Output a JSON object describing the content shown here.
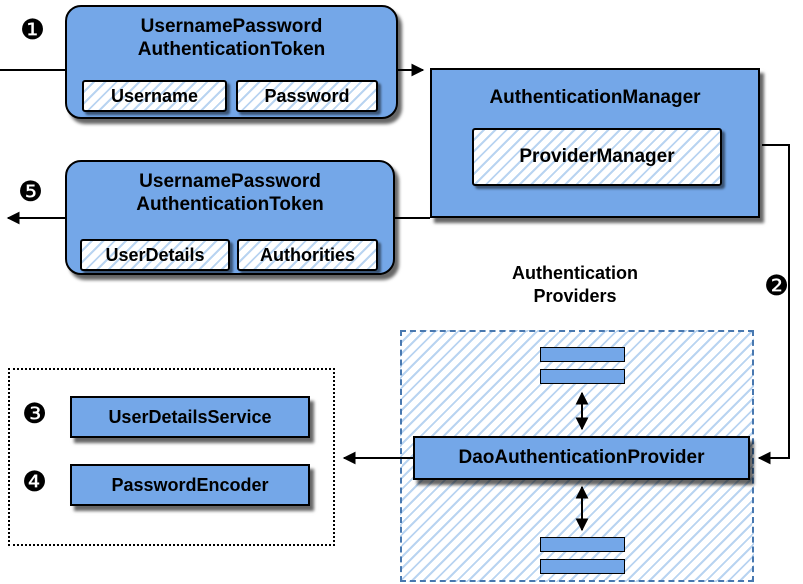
{
  "colors": {
    "node_fill": "#74a7e8",
    "node_border": "#000000",
    "hatch_stripe": "#b9d4f1",
    "providers_dashed_border": "#4878b0",
    "services_dotted_border": "#000000",
    "connector": "#000000",
    "background": "#ffffff"
  },
  "badges": {
    "one": "❶",
    "two": "❷",
    "three": "❸",
    "four": "❹",
    "five": "❺"
  },
  "request_token": {
    "title_line1": "UsernamePassword",
    "title_line2": "AuthenticationToken",
    "fields": [
      "Username",
      "Password"
    ]
  },
  "result_token": {
    "title_line1": "UsernamePassword",
    "title_line2": "AuthenticationToken",
    "fields": [
      "UserDetails",
      "Authorities"
    ]
  },
  "authentication_manager": {
    "title": "AuthenticationManager",
    "inner_label": "ProviderManager"
  },
  "providers": {
    "heading_line1": "Authentication",
    "heading_line2": "Providers",
    "dao_provider": "DaoAuthenticationProvider"
  },
  "services": {
    "user_details_service": "UserDetailsService",
    "password_encoder": "PasswordEncoder"
  }
}
